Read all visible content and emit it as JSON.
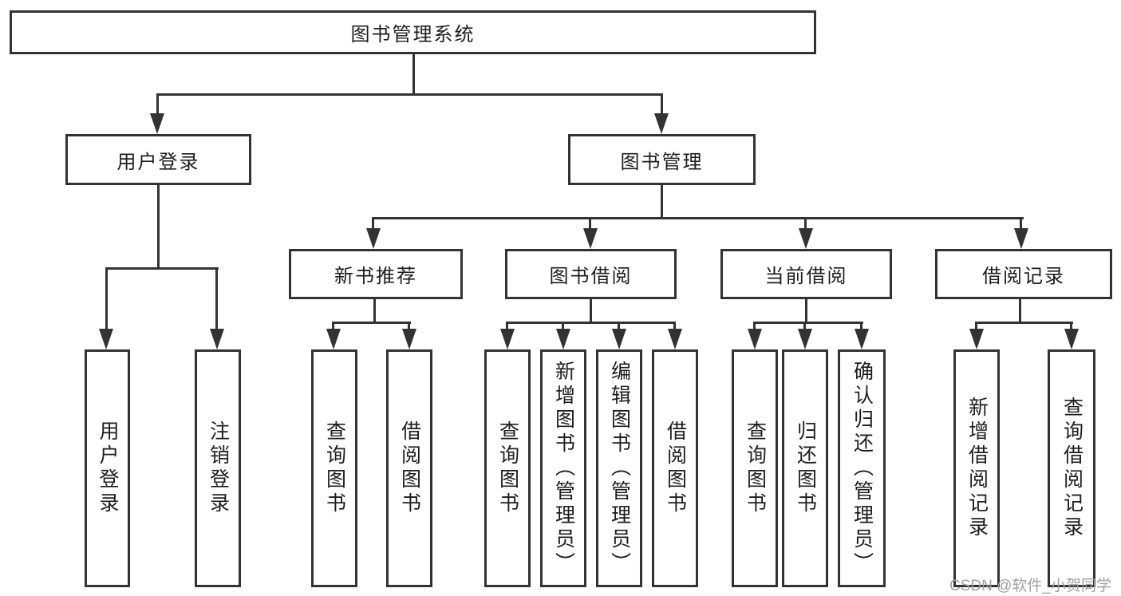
{
  "diagram": {
    "root": "图书管理系统",
    "level1": {
      "user_login": "用户登录",
      "book_mgmt": "图书管理"
    },
    "level2": {
      "new_books": "新书推荐",
      "book_borrow": "图书借阅",
      "current_borrow": "当前借阅",
      "borrow_records": "借阅记录"
    },
    "leaves": {
      "user_login": [
        "用户登录",
        "注销登录"
      ],
      "new_books": [
        "查询图书",
        "借阅图书"
      ],
      "book_borrow": [
        "查询图书",
        "新增图书（管理员）",
        "编辑图书（管理员）",
        "借阅图书"
      ],
      "current_borrow": [
        "查询图书",
        "归还图书",
        "确认归还（管理员）"
      ],
      "borrow_records": [
        "新增借阅记录",
        "查询借阅记录"
      ]
    }
  },
  "watermark": "CSDN @软件_小贺同学",
  "colors": {
    "line": "#333333",
    "text": "#1d1d1d",
    "watermark": "#a0a0a0",
    "background": "#ffffff"
  }
}
